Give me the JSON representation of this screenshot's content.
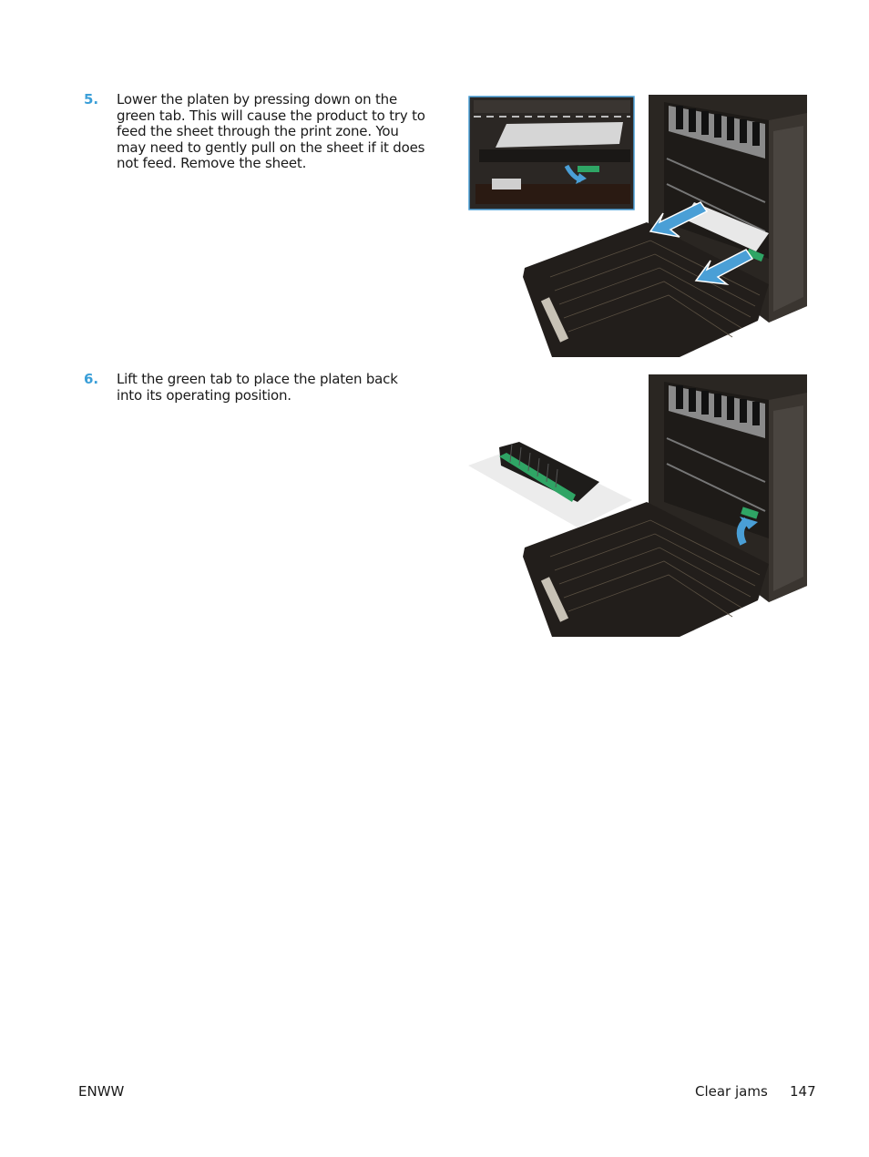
{
  "steps": [
    {
      "number": "5.",
      "text": "Lower the platen by pressing down on the green tab. This will cause the product to try to feed the sheet through the print zone. You may need to gently pull on the sheet if it does not feed. Remove the sheet.",
      "figure": "printer-duplexer-open-pull-sheet-illustration"
    },
    {
      "number": "6.",
      "text": "Lift the green tab to place the platen back into its operating position.",
      "figure": "printer-duplexer-lift-green-tab-illustration"
    }
  ],
  "colors": {
    "step_number": "#3b9fd8",
    "arrow": "#4a9fd6",
    "green_tab": "#2fa565",
    "printer_body": "#2a2622",
    "inset_border": "#4a9fd6"
  },
  "footer": {
    "left": "ENWW",
    "section": "Clear jams",
    "page": "147"
  }
}
